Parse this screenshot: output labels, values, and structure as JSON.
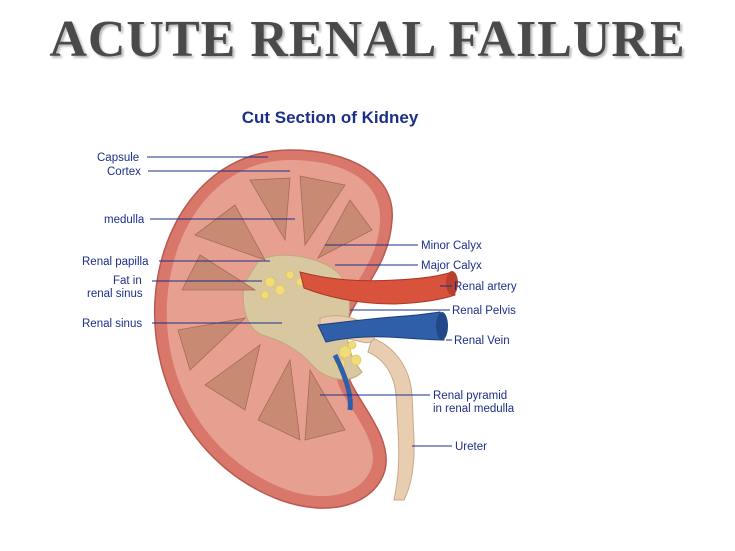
{
  "slide": {
    "title": "ACUTE RENAL FAILURE"
  },
  "diagram": {
    "title": "Cut Section of  Kidney",
    "labels": {
      "capsule": "Capsule",
      "cortex": "Cortex",
      "medulla": "medulla",
      "renal_papilla": "Renal papilla",
      "fat_line1": "Fat in",
      "fat_line2": "renal sinus",
      "renal_sinus": "Renal sinus",
      "minor_calyx": "Minor Calyx",
      "major_calyx": "Major Calyx",
      "renal_artery": "Renal artery",
      "renal_pelvis": "Renal Pelvis",
      "renal_vein": "Renal Vein",
      "pyramid_line1": "Renal pyramid",
      "pyramid_line2": "in renal medulla",
      "ureter": "Ureter"
    },
    "colors": {
      "capsule": "#d9776b",
      "cortex": "#e7a08f",
      "pyramid": "#c88a72",
      "sinus": "#d9c7a0",
      "fat": "#f2dc7a",
      "artery": "#d9523c",
      "vein": "#2f5fa8",
      "ureter": "#e8cdb0",
      "label": "#1b2f8a"
    }
  }
}
